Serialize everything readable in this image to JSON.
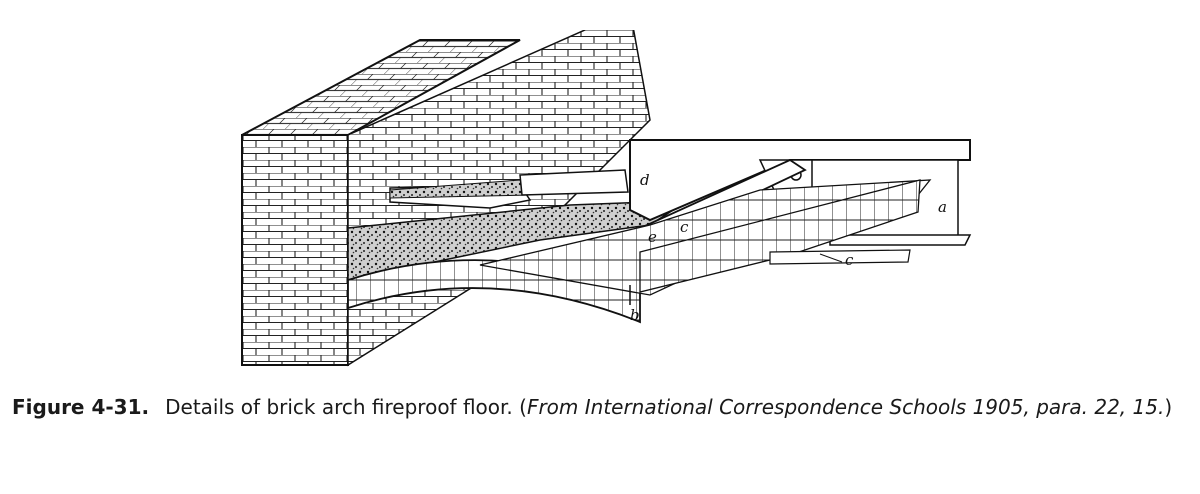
{
  "figure": {
    "number": "Figure 4-31.",
    "caption_text": "Details of brick arch fireproof floor. (",
    "source": "From International Correspondence Schools 1905, para. 22, 15.",
    "caption_end": ")",
    "labels": {
      "a": "a",
      "b": "b",
      "c": "c",
      "d": "d",
      "e": "e"
    }
  }
}
